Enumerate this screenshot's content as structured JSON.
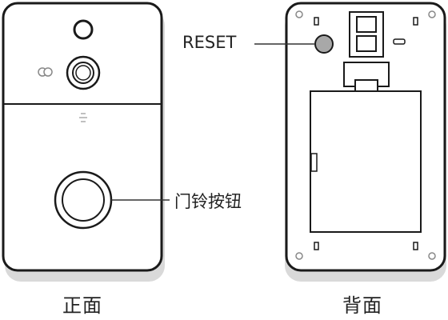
{
  "front": {
    "caption": "正面",
    "button_callout": "门铃按钮"
  },
  "back": {
    "caption": "背面",
    "reset_callout": "RESET"
  },
  "colors": {
    "outline": "#1a1a1a",
    "shadow": "#d9d9d9",
    "reset_fill": "#a8a8a8",
    "leader": "#333333"
  }
}
